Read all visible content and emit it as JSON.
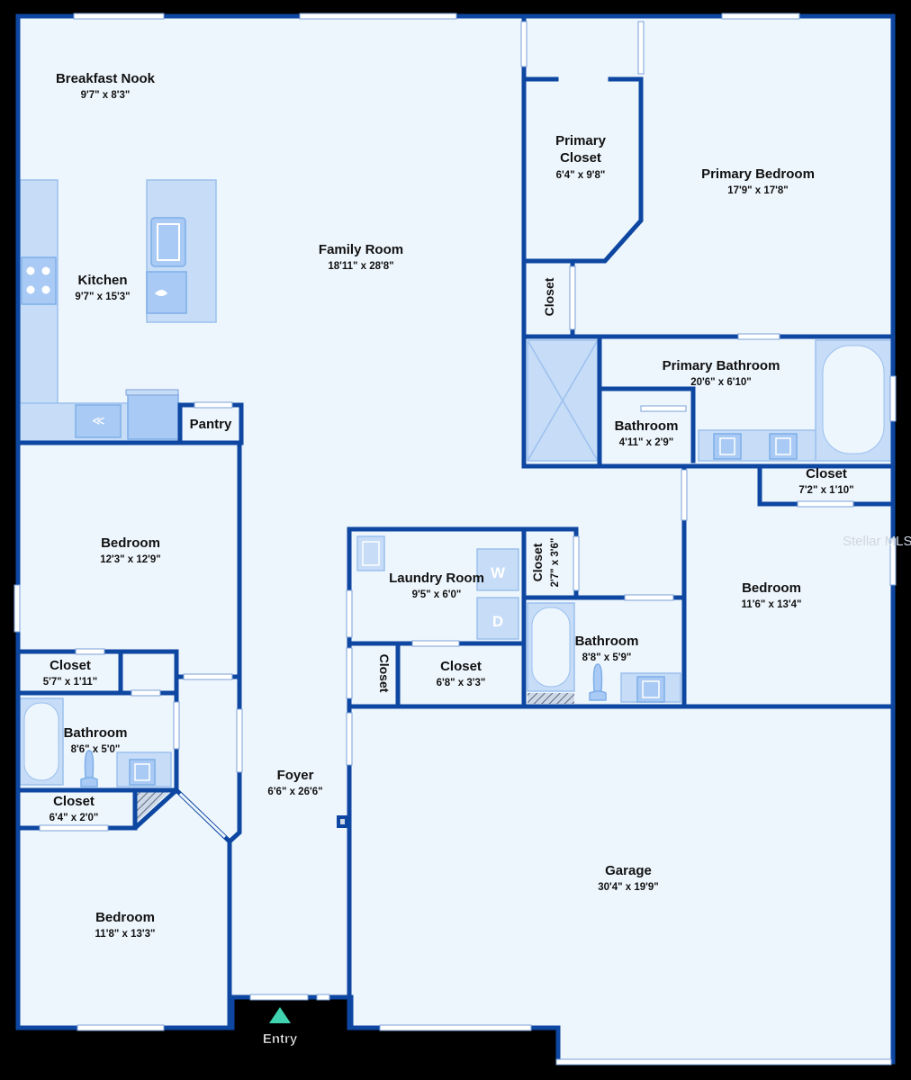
{
  "watermark": "Stellar MLS",
  "entry_label": "Entry",
  "appliance_labels": {
    "washer": "W",
    "dryer": "D"
  },
  "colors": {
    "wall": "#0d47a1",
    "floor": "#eef6fd",
    "fixture": "#c6dcf7",
    "background": "#000000",
    "entry_marker": "#3fd3b0"
  },
  "rooms": [
    {
      "name": "Breakfast Nook",
      "dim": "9'7\" x 8'3\""
    },
    {
      "name": "Kitchen",
      "dim": "9'7\" x 15'3\""
    },
    {
      "name": "Family Room",
      "dim": "18'11\" x 28'8\""
    },
    {
      "name": "Primary Closet",
      "dim": "6'4\" x 9'8\""
    },
    {
      "name": "Primary Bedroom",
      "dim": "17'9\" x 17'8\""
    },
    {
      "name": "Closet",
      "dim": ""
    },
    {
      "name": "Primary Bathroom",
      "dim": "20'6\" x 6'10\""
    },
    {
      "name": "Bathroom",
      "dim": "4'11\" x 2'9\""
    },
    {
      "name": "Closet",
      "dim": "7'2\" x 1'10\""
    },
    {
      "name": "Pantry",
      "dim": ""
    },
    {
      "name": "Bedroom",
      "dim": "12'3\" x 12'9\""
    },
    {
      "name": "Laundry Room",
      "dim": "9'5\" x 6'0\""
    },
    {
      "name": "Closet",
      "dim": "2'7\" x 3'6\""
    },
    {
      "name": "Bedroom",
      "dim": "11'6\" x 13'4\""
    },
    {
      "name": "Closet",
      "dim": "5'7\" x 1'11\""
    },
    {
      "name": "Bathroom",
      "dim": "8'6\" x 5'0\""
    },
    {
      "name": "Closet",
      "dim": ""
    },
    {
      "name": "Closet",
      "dim": "6'8\" x 3'3\""
    },
    {
      "name": "Bathroom",
      "dim": "8'8\" x 5'9\""
    },
    {
      "name": "Closet",
      "dim": "6'4\" x 2'0\""
    },
    {
      "name": "Foyer",
      "dim": "6'6\" x 26'6\""
    },
    {
      "name": "Garage",
      "dim": "30'4\" x 19'9\""
    },
    {
      "name": "Bedroom",
      "dim": "11'8\" x 13'3\""
    }
  ]
}
